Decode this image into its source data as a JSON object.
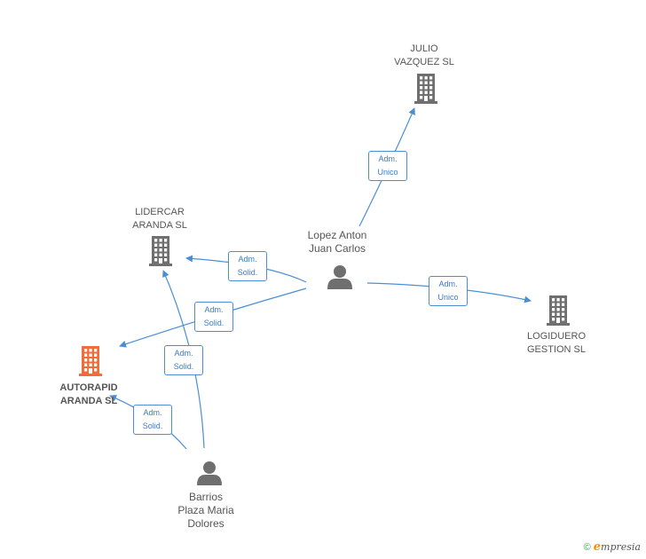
{
  "nodes": {
    "julio": {
      "label": [
        "JULIO",
        "VAZQUEZ SL"
      ],
      "type": "company"
    },
    "lidercar": {
      "label": [
        "LIDERCAR",
        "ARANDA SL"
      ],
      "type": "company"
    },
    "autorapid": {
      "label": [
        "AUTORAPID",
        "ARANDA SL"
      ],
      "type": "company-highlight"
    },
    "logiduero": {
      "label": [
        "LOGIDUERO",
        "GESTION SL"
      ],
      "type": "company"
    },
    "lopez": {
      "label": [
        "Lopez Anton",
        "Juan Carlos"
      ],
      "type": "person"
    },
    "barrios": {
      "label": [
        "Barrios",
        "Plaza Maria",
        "Dolores"
      ],
      "type": "person"
    }
  },
  "edges": [
    {
      "from": "lopez",
      "to": "julio",
      "label": [
        "Adm.",
        "Unico"
      ]
    },
    {
      "from": "lopez",
      "to": "lidercar",
      "label": [
        "Adm.",
        "Solid."
      ]
    },
    {
      "from": "lopez",
      "to": "autorapid",
      "label": [
        "Adm.",
        "Solid."
      ]
    },
    {
      "from": "lopez",
      "to": "logiduero",
      "label": [
        "Adm.",
        "Unico"
      ]
    },
    {
      "from": "barrios",
      "to": "lidercar",
      "label": [
        "Adm.",
        "Solid."
      ]
    },
    {
      "from": "barrios",
      "to": "autorapid",
      "label": [
        "Adm.",
        "Solid."
      ]
    }
  ],
  "colors": {
    "edge": "#4a8fd6",
    "company_icon": "#6f6f6f",
    "highlight_icon": "#f26b3a",
    "person_icon": "#6f6f6f"
  },
  "footer": {
    "copyright": "©",
    "brand_initial": "e",
    "brand_rest": "mpresia"
  }
}
